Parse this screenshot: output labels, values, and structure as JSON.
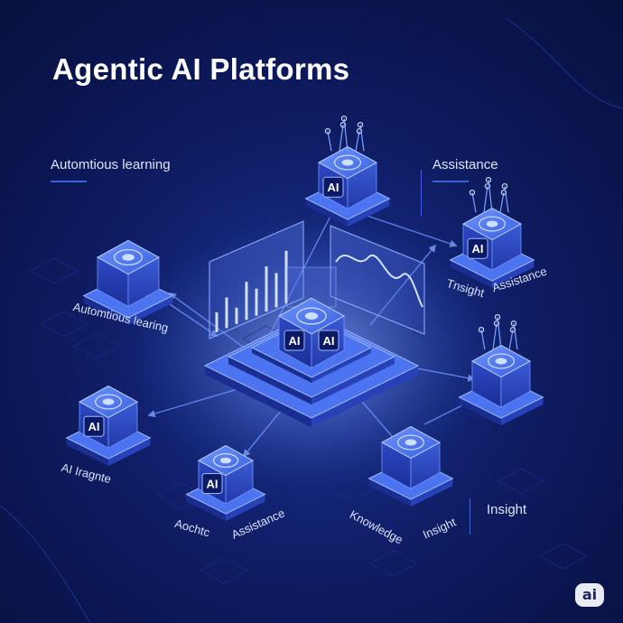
{
  "title": "Agentic AI Platforms",
  "center_node": {
    "cube_labels": [
      "AI",
      "AI"
    ]
  },
  "labels": {
    "top_left": "Automtious learning",
    "top_right": "Assistance",
    "left_node": "Automtious learing",
    "right_node_a": "Tnsight",
    "right_node_b": "Assistance",
    "bottom_left_node": "AI Iragnte",
    "bottom_a": "Aochtc",
    "bottom_b": "Assistance",
    "bottom_c": "Knowledge",
    "bottom_d": "Insight",
    "bottom_right": "Insight"
  },
  "cube_badges": {
    "top": "AI",
    "right": "AI",
    "left_bottom": "AI",
    "bottom": "AI"
  },
  "logo_badge": "ai",
  "colors": {
    "background": "#0b1650",
    "accent": "#3d6ef0",
    "glow": "#8fb6ff",
    "text": "#ffffff"
  }
}
